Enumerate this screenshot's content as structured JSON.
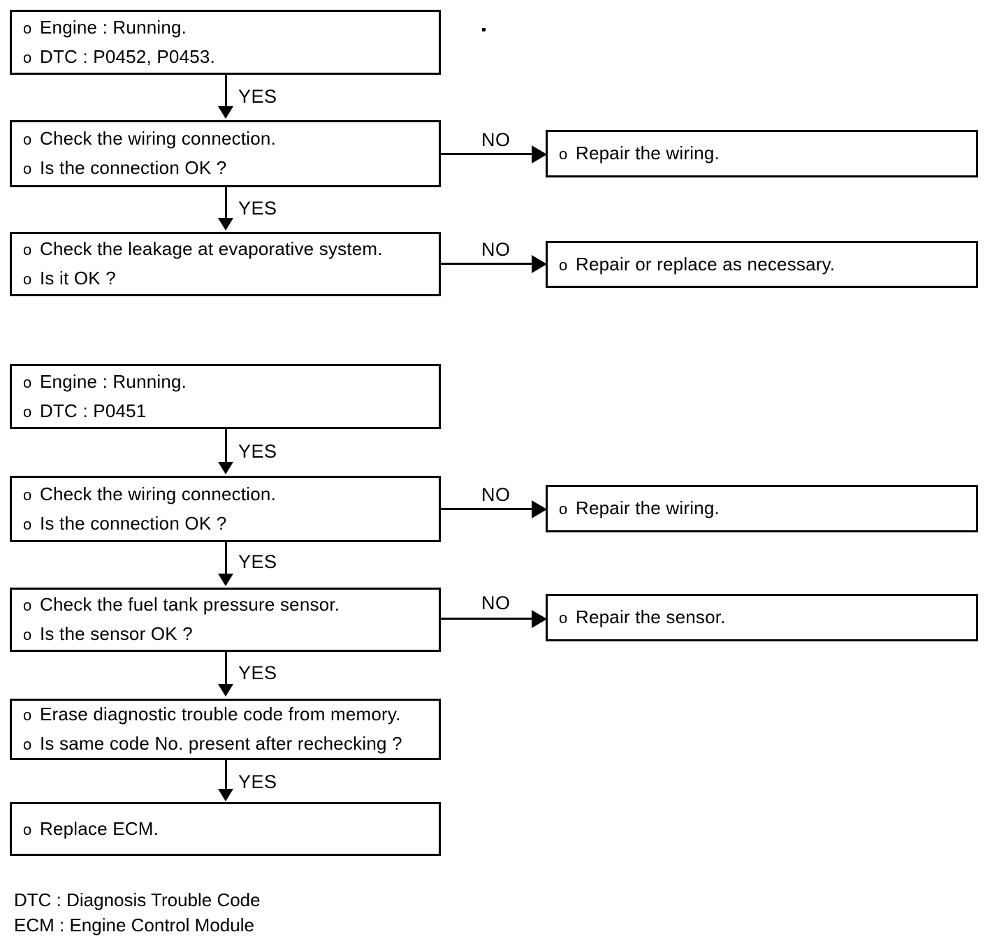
{
  "diagram": {
    "title": "Fuel tank pressure sensor DTC troubleshooting flowchart",
    "colors": {
      "line": "#000000",
      "background": "#ffffff",
      "text": "#000000"
    },
    "bullet": "o",
    "labels": {
      "yes": "YES",
      "no": "NO"
    },
    "sections": [
      {
        "id": "section-p0452-p0453",
        "nodes": [
          {
            "id": "start-1",
            "lines": [
              "Engine : Running.",
              "DTC : P0452, P0453."
            ]
          },
          {
            "id": "check-wiring-1",
            "lines": [
              "Check the wiring connection.",
              "Is the connection OK ?"
            ]
          },
          {
            "id": "check-leakage",
            "lines": [
              "Check the leakage at evaporative system.",
              "Is it OK ?"
            ]
          }
        ],
        "outcomes": [
          {
            "id": "repair-wiring-1",
            "lines": [
              "Repair the wiring."
            ]
          },
          {
            "id": "repair-or-replace",
            "lines": [
              "Repair or replace as necessary."
            ]
          }
        ]
      },
      {
        "id": "section-p0451",
        "nodes": [
          {
            "id": "start-2",
            "lines": [
              "Engine : Running.",
              "DTC : P0451"
            ]
          },
          {
            "id": "check-wiring-2",
            "lines": [
              "Check the wiring connection.",
              "Is the connection OK ?"
            ]
          },
          {
            "id": "check-sensor",
            "lines": [
              "Check the fuel tank pressure sensor.",
              "Is the sensor OK ?"
            ]
          },
          {
            "id": "erase-dtc",
            "lines": [
              "Erase diagnostic trouble code from memory.",
              "Is same code No. present after rechecking ?"
            ]
          },
          {
            "id": "replace-ecm",
            "lines": [
              "Replace ECM."
            ]
          }
        ],
        "outcomes": [
          {
            "id": "repair-wiring-2",
            "lines": [
              "Repair the wiring."
            ]
          },
          {
            "id": "repair-sensor",
            "lines": [
              "Repair the sensor."
            ]
          }
        ]
      }
    ],
    "legend": [
      "DTC : Diagnosis Trouble Code",
      "ECM : Engine Control Module"
    ]
  }
}
